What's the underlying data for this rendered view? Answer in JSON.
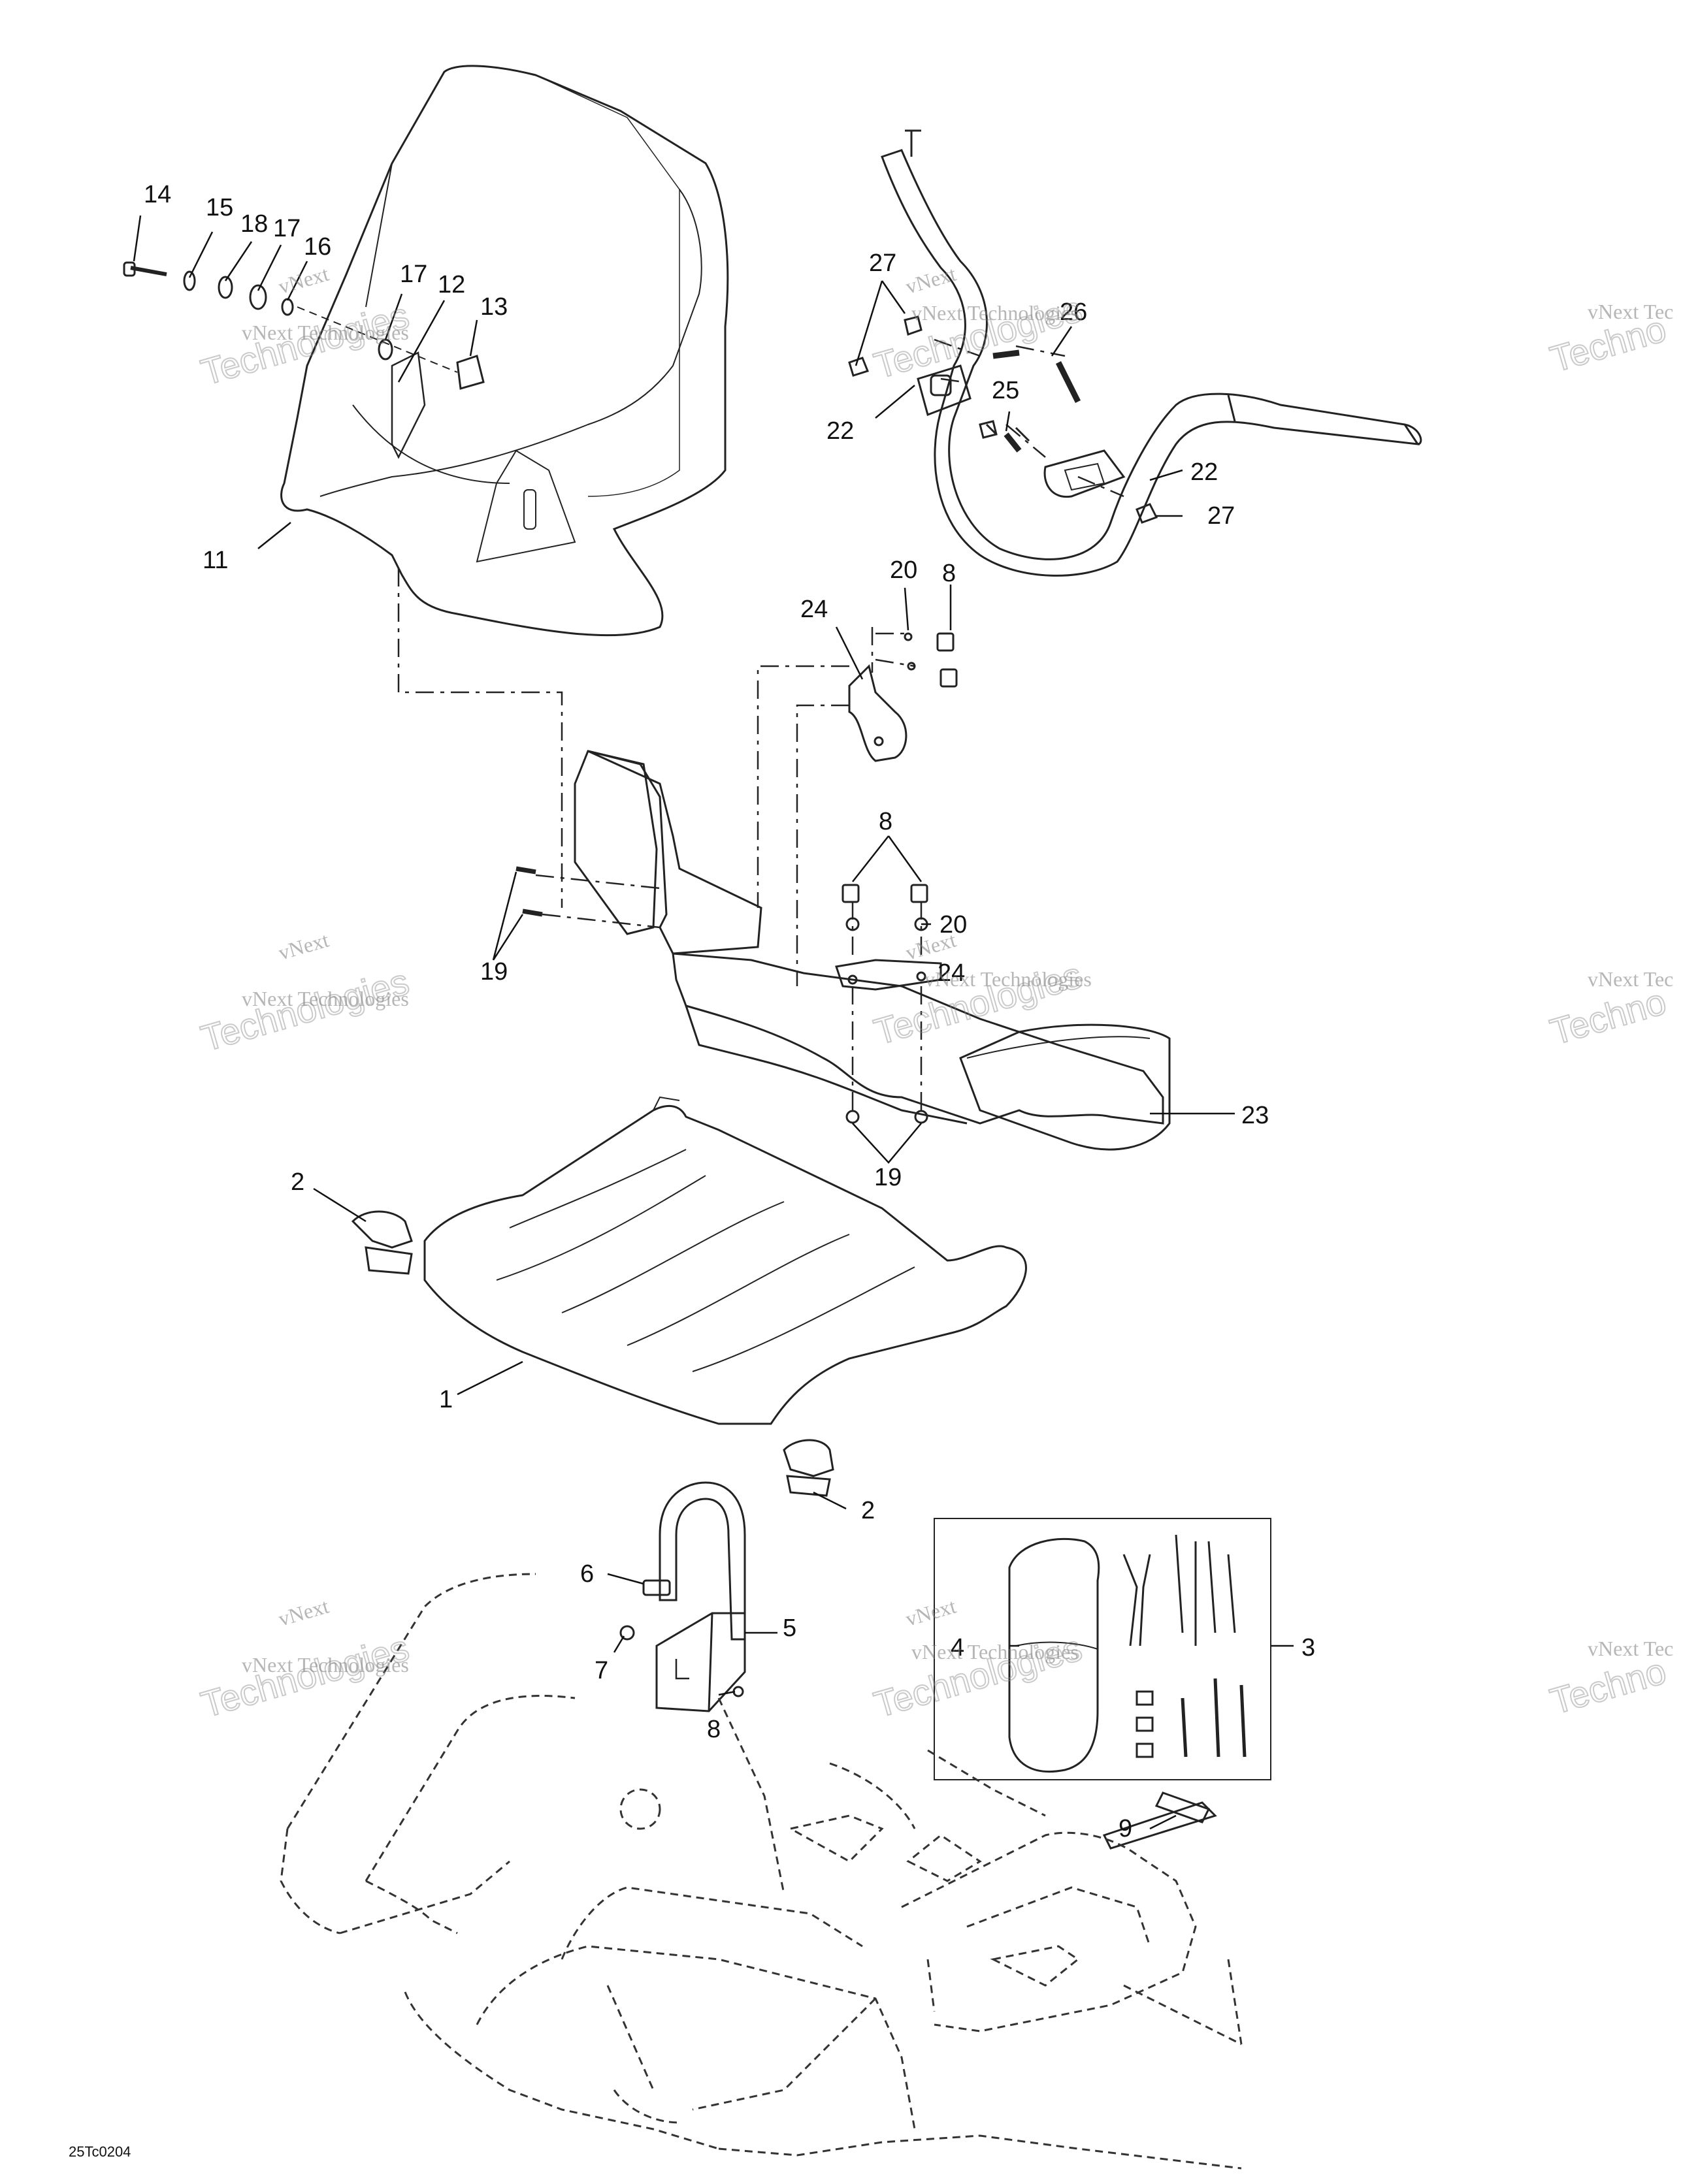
{
  "callouts": {
    "c1": "1",
    "c2a": "2",
    "c2b": "2",
    "c3": "3",
    "c4": "4",
    "c5": "5",
    "c6": "6",
    "c7": "7",
    "c8a": "8",
    "c8b": "8",
    "c8c": "8",
    "c9": "9",
    "c11": "11",
    "c12": "12",
    "c13": "13",
    "c14": "14",
    "c15": "15",
    "c16": "16",
    "c17a": "17",
    "c17b": "17",
    "c18": "18",
    "c19a": "19",
    "c19b": "19",
    "c20a": "20",
    "c20b": "20",
    "c22a": "22",
    "c22b": "22",
    "c23": "23",
    "c24a": "24",
    "c24b": "24",
    "c25": "25",
    "c26": "26",
    "c27a": "27",
    "c27b": "27"
  },
  "watermark": {
    "brand": "vNext",
    "label": "vNext Technologies",
    "word": "Technologies",
    "word_partial": "Techno",
    "label_partial": "vNext Tec"
  },
  "figure_code": "25Tc0204"
}
